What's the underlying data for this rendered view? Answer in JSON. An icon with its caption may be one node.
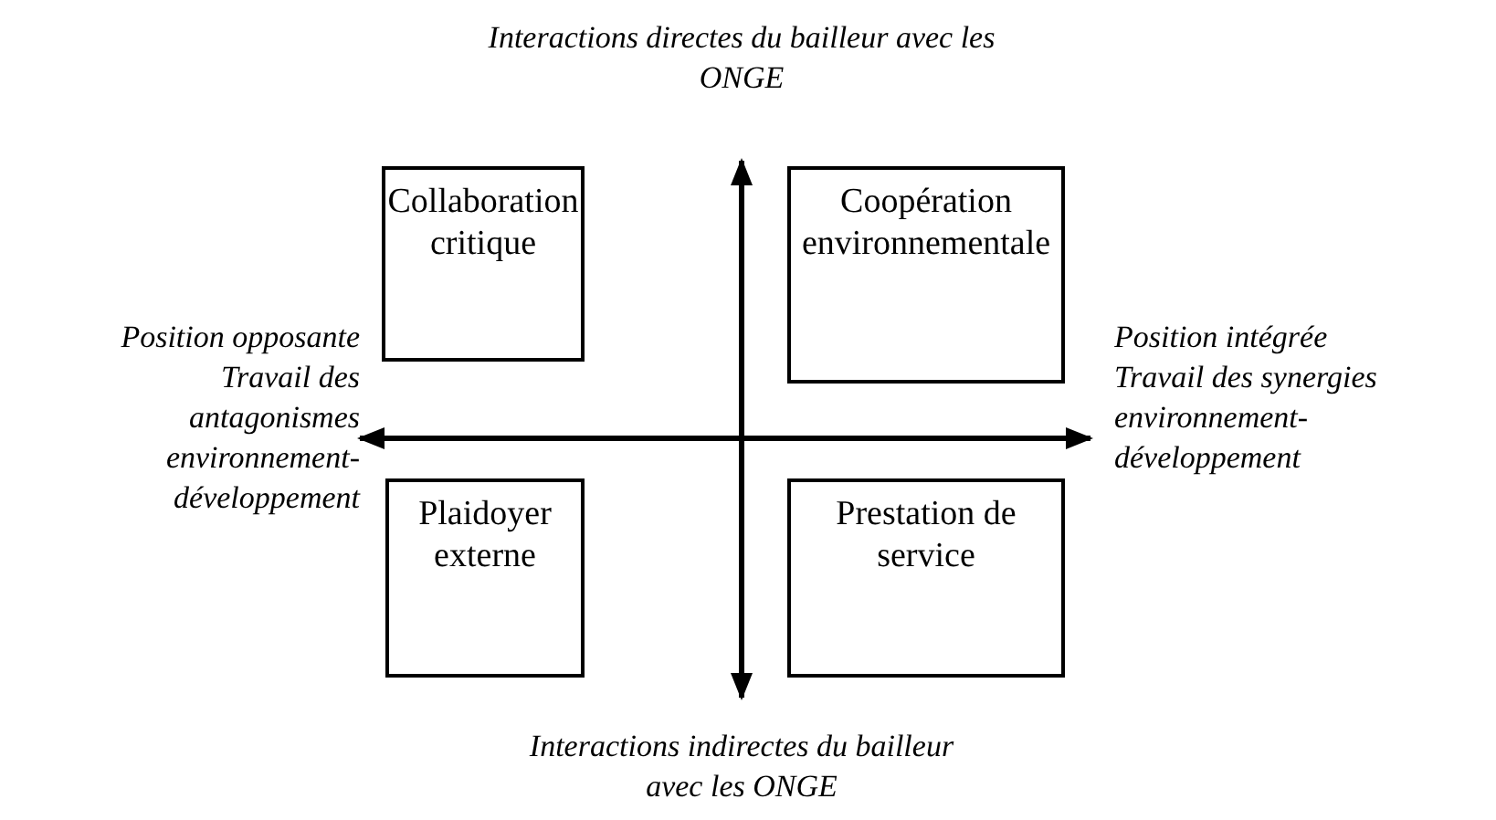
{
  "diagram": {
    "nodes": [
      {
        "text": [
          "Collaboration critique"
        ]
      },
      {
        "text": [
          "Coopération environnementale"
        ]
      },
      {
        "text": [
          "Plaidoyer externe"
        ]
      },
      {
        "text": [
          "Prestation de service"
        ]
      }
    ],
    "labels": [
      "Interactions directes du bailleur avec les ONGE",
      "Position opposante",
      "Travail des antagonismes environnement-développement",
      "Position intégrée",
      "Travail des synergies environnement-développement",
      "Interactions indirectes du bailleur avec les ONGE"
    ]
  }
}
